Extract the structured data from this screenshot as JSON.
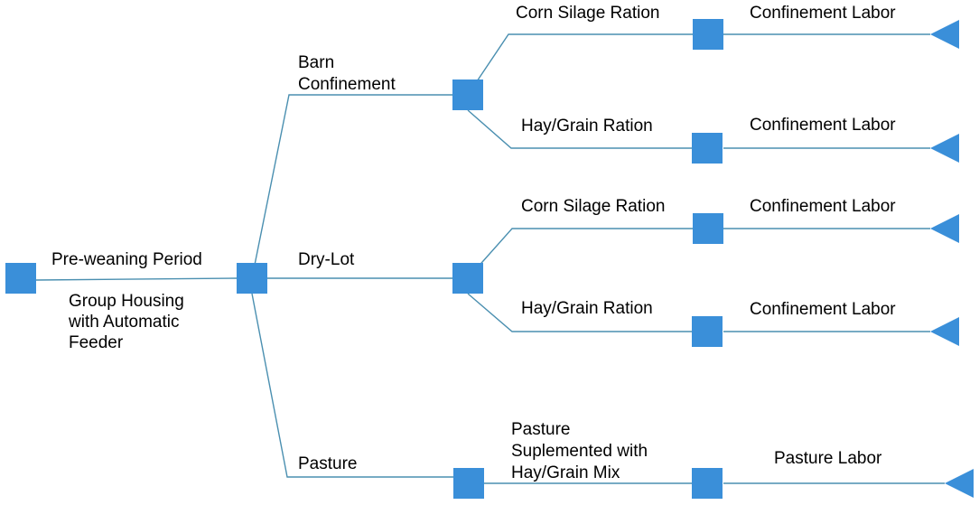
{
  "colors": {
    "node_fill": "#3a8fd9",
    "edge_stroke": "#4a8fb0",
    "text": "#000000",
    "background": "#ffffff"
  },
  "labels": {
    "pre_weaning": "Pre-weaning Period",
    "group_housing": [
      "Group Housing",
      "with Automatic",
      "Feeder"
    ],
    "barn_confinement": [
      "Barn",
      "Confinement"
    ],
    "dry_lot": "Dry-Lot",
    "pasture": "Pasture",
    "corn_silage_1": "Corn Silage Ration",
    "hay_grain_1": "Hay/Grain Ration",
    "corn_silage_2": "Corn Silage Ration",
    "hay_grain_2": "Hay/Grain Ration",
    "pasture_supplemented": [
      "Pasture",
      "Suplemented with",
      "Hay/Grain Mix"
    ],
    "confinement_labor_1": "Confinement Labor",
    "confinement_labor_2": "Confinement Labor",
    "confinement_labor_3": "Confinement Labor",
    "confinement_labor_4": "Confinement Labor",
    "pasture_labor": "Pasture Labor"
  }
}
